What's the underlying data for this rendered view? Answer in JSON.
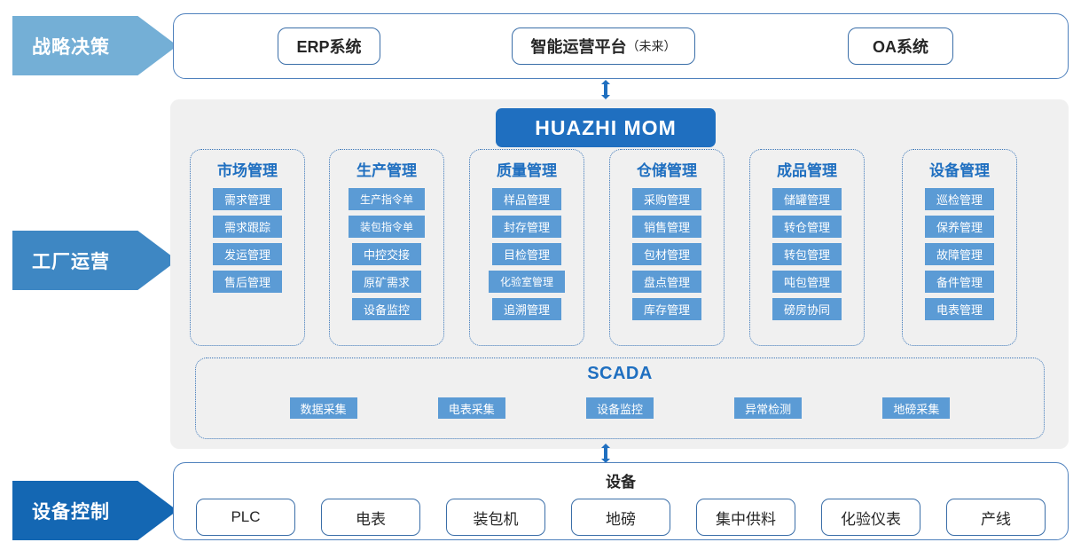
{
  "layers": [
    {
      "label": "战略决策",
      "color": "#74afd6"
    },
    {
      "label": "工厂运营",
      "color": "#3e87c3"
    },
    {
      "label": "设备控制",
      "color": "#1467b3"
    }
  ],
  "top_panel": {
    "systems": [
      {
        "label": "ERP系统",
        "sub": ""
      },
      {
        "label": "智能运营平台",
        "sub": "（未来）"
      },
      {
        "label": "OA系统",
        "sub": ""
      }
    ]
  },
  "mid_panel": {
    "mom_badge": "HUAZHI  MOM",
    "columns": [
      {
        "title": "市场管理",
        "items": [
          "需求管理",
          "需求跟踪",
          "发运管理",
          "售后管理"
        ]
      },
      {
        "title": "生产管理",
        "items": [
          "生产指令单",
          "装包指令单",
          "中控交接",
          "原矿需求",
          "设备监控"
        ]
      },
      {
        "title": "质量管理",
        "items": [
          "样品管理",
          "封存管理",
          "目检管理",
          "化验室管理",
          "追溯管理"
        ]
      },
      {
        "title": "仓储管理",
        "items": [
          "采购管理",
          "销售管理",
          "包材管理",
          "盘点管理",
          "库存管理"
        ]
      },
      {
        "title": "成品管理",
        "items": [
          "储罐管理",
          "转仓管理",
          "转包管理",
          "吨包管理",
          "磅房协同"
        ]
      },
      {
        "title": "设备管理",
        "items": [
          "巡检管理",
          "保养管理",
          "故障管理",
          "备件管理",
          "电表管理"
        ]
      }
    ],
    "scada": {
      "title": "SCADA",
      "items": [
        "数据采集",
        "电表采集",
        "设备监控",
        "异常检测",
        "地磅采集"
      ]
    }
  },
  "bottom_panel": {
    "title": "设备",
    "items": [
      "PLC",
      "电表",
      "装包机",
      "地磅",
      "集中供料",
      "化验仪表",
      "产线"
    ]
  },
  "colors": {
    "accent_blue": "#1f6fc0",
    "item_blue": "#5b9bd5",
    "panel_gray": "#f0f0f0",
    "border_blue": "#4f81bd"
  }
}
